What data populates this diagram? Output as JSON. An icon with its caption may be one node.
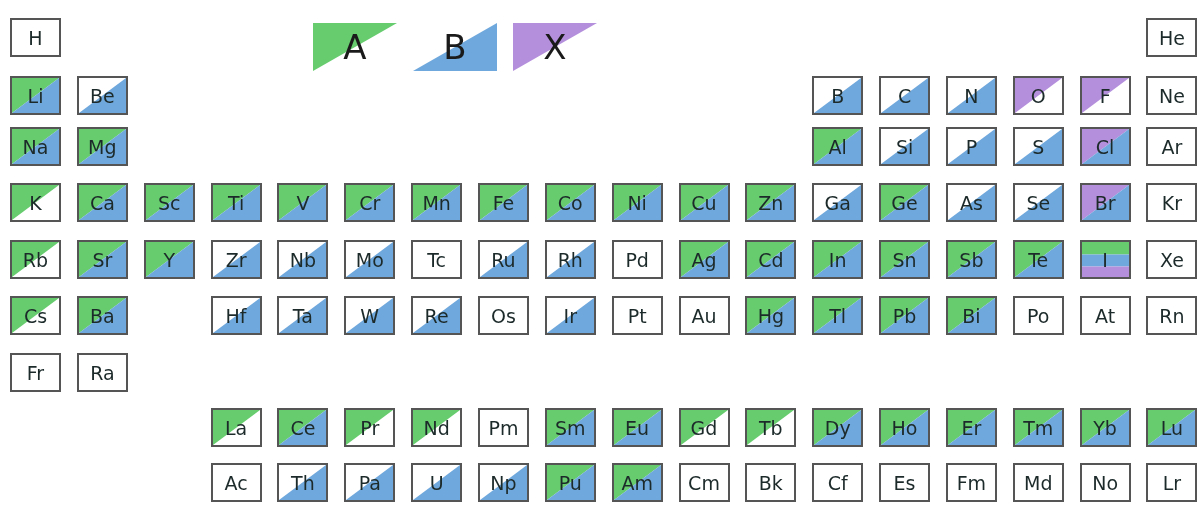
{
  "diagram": {
    "nodes": [
      {
        "text": [
          "H"
        ]
      },
      {
        "text": [
          "He"
        ]
      },
      {
        "text": [
          "Li"
        ]
      },
      {
        "text": [
          "Be"
        ]
      },
      {
        "text": [
          "B"
        ]
      },
      {
        "text": [
          "C"
        ]
      },
      {
        "text": [
          "N"
        ]
      },
      {
        "text": [
          "O"
        ]
      },
      {
        "text": [
          "F"
        ]
      },
      {
        "text": [
          "Ne"
        ]
      },
      {
        "text": [
          "Na"
        ]
      },
      {
        "text": [
          "Mg"
        ]
      },
      {
        "text": [
          "Al"
        ]
      },
      {
        "text": [
          "Si"
        ]
      },
      {
        "text": [
          "P"
        ]
      },
      {
        "text": [
          "S"
        ]
      },
      {
        "text": [
          "Cl"
        ]
      },
      {
        "text": [
          "Ar"
        ]
      },
      {
        "text": [
          "K"
        ]
      },
      {
        "text": [
          "Ca"
        ]
      },
      {
        "text": [
          "Sc"
        ]
      },
      {
        "text": [
          "Ti"
        ]
      },
      {
        "text": [
          "V"
        ]
      },
      {
        "text": [
          "Cr"
        ]
      },
      {
        "text": [
          "Mn"
        ]
      },
      {
        "text": [
          "Fe"
        ]
      },
      {
        "text": [
          "Co"
        ]
      },
      {
        "text": [
          "Ni"
        ]
      },
      {
        "text": [
          "Cu"
        ]
      },
      {
        "text": [
          "Zn"
        ]
      },
      {
        "text": [
          "Ga"
        ]
      },
      {
        "text": [
          "Ge"
        ]
      },
      {
        "text": [
          "As"
        ]
      },
      {
        "text": [
          "Se"
        ]
      },
      {
        "text": [
          "Br"
        ]
      },
      {
        "text": [
          "Kr"
        ]
      },
      {
        "text": [
          "Rb"
        ]
      },
      {
        "text": [
          "Sr"
        ]
      },
      {
        "text": [
          "Y"
        ]
      },
      {
        "text": [
          "Zr"
        ]
      },
      {
        "text": [
          "Nb"
        ]
      },
      {
        "text": [
          "Mo"
        ]
      },
      {
        "text": [
          "Tc"
        ]
      },
      {
        "text": [
          "Ru"
        ]
      },
      {
        "text": [
          "Rh"
        ]
      },
      {
        "text": [
          "Pd"
        ]
      },
      {
        "text": [
          "Ag"
        ]
      },
      {
        "text": [
          "Cd"
        ]
      },
      {
        "text": [
          "In"
        ]
      },
      {
        "text": [
          "Sn"
        ]
      },
      {
        "text": [
          "Sb"
        ]
      },
      {
        "text": [
          "Te"
        ]
      },
      {
        "text": [
          "I"
        ]
      },
      {
        "text": [
          "Xe"
        ]
      },
      {
        "text": [
          "Cs"
        ]
      },
      {
        "text": [
          "Ba"
        ]
      },
      {
        "text": [
          "Hf"
        ]
      },
      {
        "text": [
          "Ta"
        ]
      },
      {
        "text": [
          "W"
        ]
      },
      {
        "text": [
          "Re"
        ]
      },
      {
        "text": [
          "Os"
        ]
      },
      {
        "text": [
          "Ir"
        ]
      },
      {
        "text": [
          "Pt"
        ]
      },
      {
        "text": [
          "Au"
        ]
      },
      {
        "text": [
          "Hg"
        ]
      },
      {
        "text": [
          "Tl"
        ]
      },
      {
        "text": [
          "Pb"
        ]
      },
      {
        "text": [
          "Bi"
        ]
      },
      {
        "text": [
          "Po"
        ]
      },
      {
        "text": [
          "At"
        ]
      },
      {
        "text": [
          "Rn"
        ]
      },
      {
        "text": [
          "Fr"
        ]
      },
      {
        "text": [
          "Ra"
        ]
      },
      {
        "text": [
          "La"
        ]
      },
      {
        "text": [
          "Ce"
        ]
      },
      {
        "text": [
          "Pr"
        ]
      },
      {
        "text": [
          "Nd"
        ]
      },
      {
        "text": [
          "Pm"
        ]
      },
      {
        "text": [
          "Sm"
        ]
      },
      {
        "text": [
          "Eu"
        ]
      },
      {
        "text": [
          "Gd"
        ]
      },
      {
        "text": [
          "Tb"
        ]
      },
      {
        "text": [
          "Dy"
        ]
      },
      {
        "text": [
          "Ho"
        ]
      },
      {
        "text": [
          "Er"
        ]
      },
      {
        "text": [
          "Tm"
        ]
      },
      {
        "text": [
          "Yb"
        ]
      },
      {
        "text": [
          "Lu"
        ]
      },
      {
        "text": [
          "Ac"
        ]
      },
      {
        "text": [
          "Th"
        ]
      },
      {
        "text": [
          "Pa"
        ]
      },
      {
        "text": [
          "U"
        ]
      },
      {
        "text": [
          "Np"
        ]
      },
      {
        "text": [
          "Pu"
        ]
      },
      {
        "text": [
          "Am"
        ]
      },
      {
        "text": [
          "Cm"
        ]
      },
      {
        "text": [
          "Bk"
        ]
      },
      {
        "text": [
          "Cf"
        ]
      },
      {
        "text": [
          "Es"
        ]
      },
      {
        "text": [
          "Fm"
        ]
      },
      {
        "text": [
          "Md"
        ]
      },
      {
        "text": [
          "No"
        ]
      },
      {
        "text": [
          "Lr"
        ]
      }
    ],
    "legend": [
      {
        "text": "A",
        "color": "#66cc6e"
      },
      {
        "text": "B",
        "color": "#6fa8dc"
      },
      {
        "text": "X",
        "color": "#b48fdc"
      }
    ]
  }
}
